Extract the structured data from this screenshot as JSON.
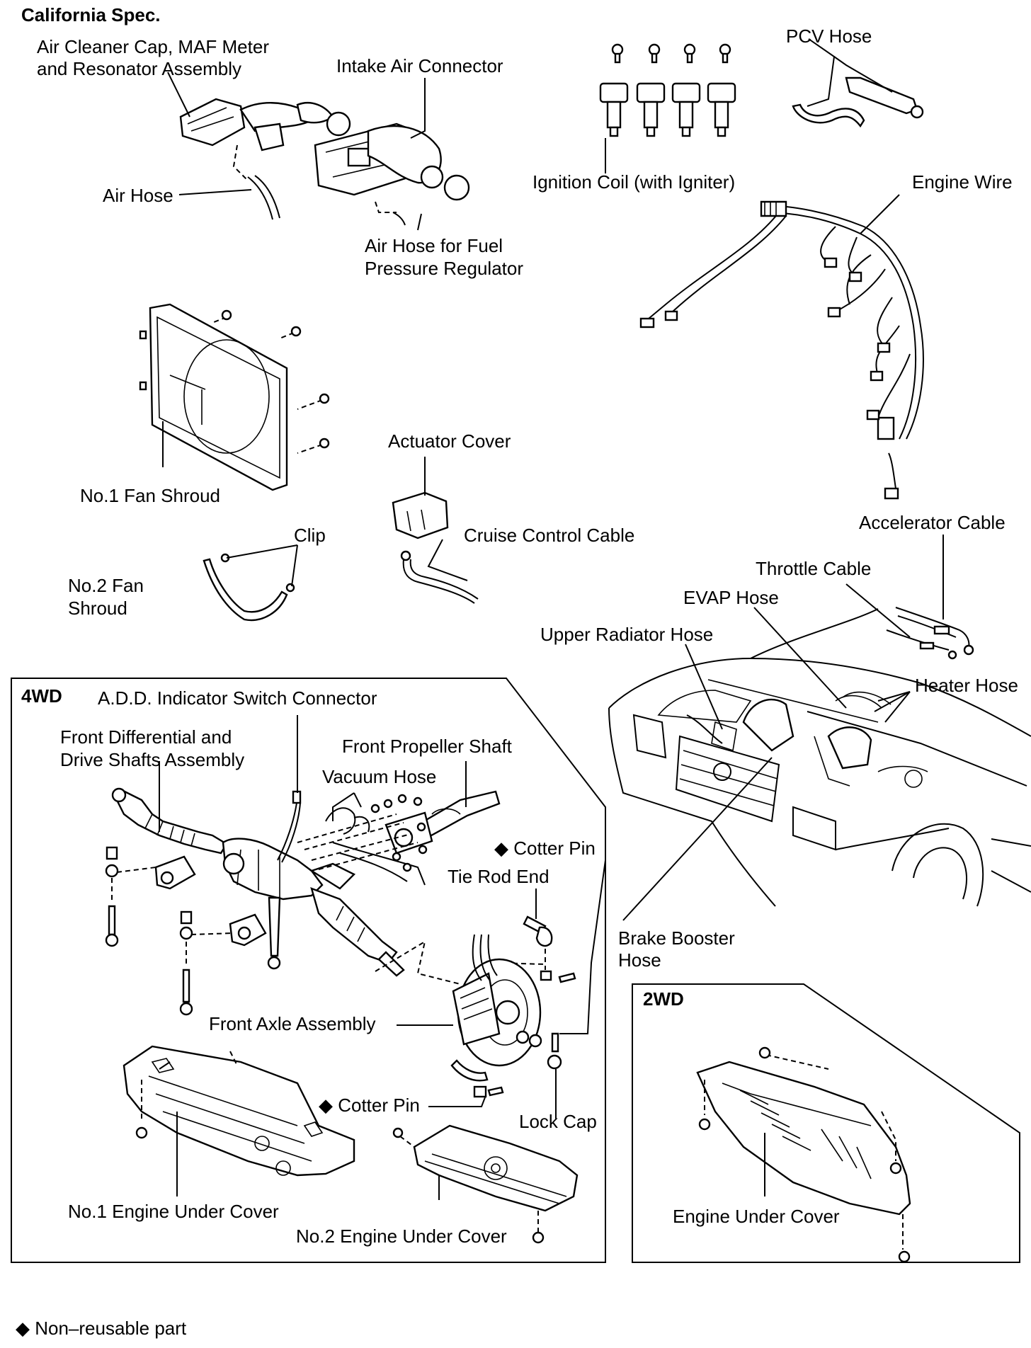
{
  "labels": {
    "california_spec": "California Spec.",
    "air_cleaner_1": "Air Cleaner Cap, MAF Meter",
    "air_cleaner_2": "and Resonator Assembly",
    "intake_air_connector": "Intake Air Connector",
    "pcv_hose": "PCV Hose",
    "ignition_coil": "Ignition Coil (with Igniter)",
    "engine_wire": "Engine Wire",
    "air_hose": "Air Hose",
    "air_hose_fpr_1": "Air Hose for Fuel",
    "air_hose_fpr_2": "Pressure Regulator",
    "actuator_cover": "Actuator Cover",
    "no1_fan_shroud": "No.1 Fan Shroud",
    "clip": "Clip",
    "cruise_control_cable": "Cruise Control Cable",
    "accelerator_cable": "Accelerator Cable",
    "no2_fan_shroud_1": "No.2 Fan",
    "no2_fan_shroud_2": "Shroud",
    "throttle_cable": "Throttle Cable",
    "evap_hose": "EVAP Hose",
    "upper_radiator_hose": "Upper Radiator Hose",
    "heater_hose": "Heater Hose",
    "box_4wd": "4WD",
    "add_indicator": "A.D.D. Indicator Switch Connector",
    "front_diff_1": "Front Differential and",
    "front_diff_2": "Drive Shafts Assembly",
    "front_propeller_shaft": "Front Propeller Shaft",
    "vacuum_hose": "Vacuum Hose",
    "cotter_pin_top": "◆ Cotter Pin",
    "tie_rod_end": "Tie Rod End",
    "brake_booster_1": "Brake Booster",
    "brake_booster_2": "Hose",
    "front_axle_assembly": "Front Axle Assembly",
    "box_2wd": "2WD",
    "cotter_pin_bottom": "◆ Cotter Pin",
    "lock_cap": "Lock Cap",
    "no1_engine_under_cover": "No.1 Engine Under Cover",
    "no2_engine_under_cover": "No.2 Engine Under Cover",
    "engine_under_cover": "Engine Under Cover",
    "footnote": "◆ Non–reusable part"
  }
}
